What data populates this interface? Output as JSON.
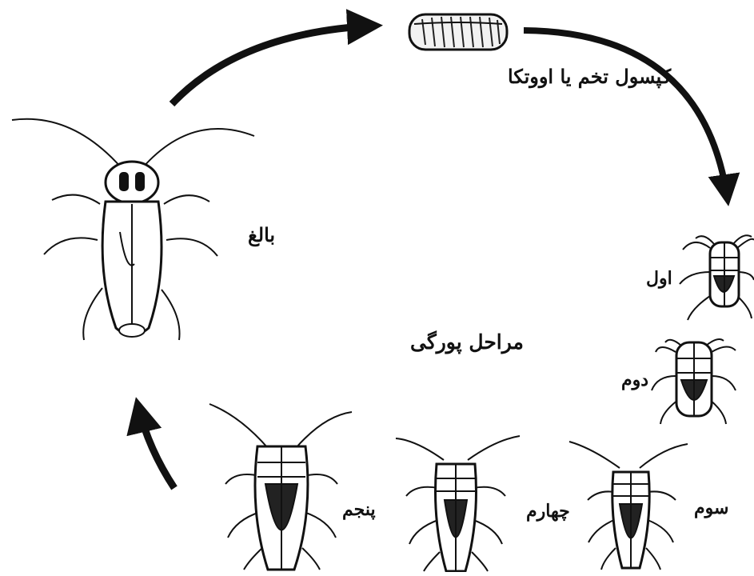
{
  "labels": {
    "egg_capsule": "کپسول تخم یا اووتکا",
    "adult": "بالغ",
    "nymph_stages": "مراحل پورگی",
    "stage_1": "اول",
    "stage_2": "دوم",
    "stage_3": "سوم",
    "stage_4": "چهارم",
    "stage_5": "پنجم"
  },
  "colors": {
    "ink": "#111111",
    "background": "#ffffff"
  }
}
